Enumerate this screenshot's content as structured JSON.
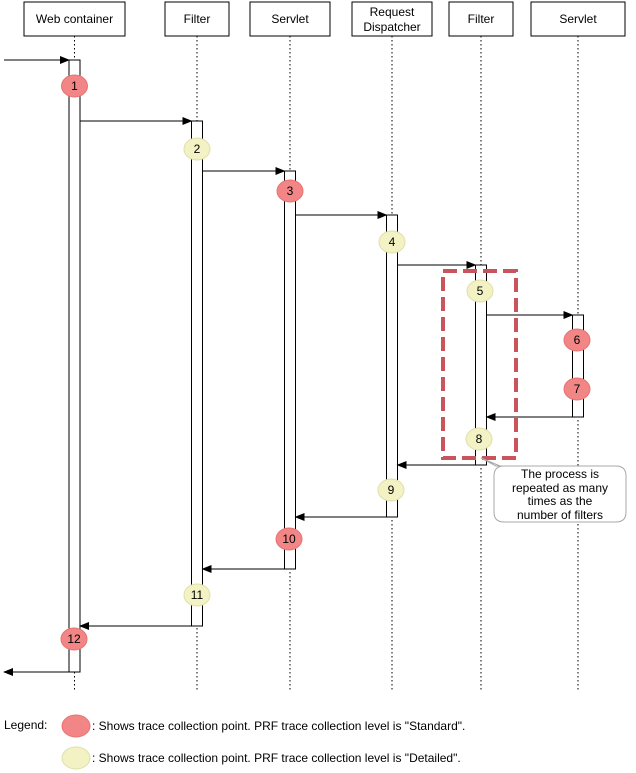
{
  "participants": [
    {
      "id": "web",
      "label": [
        "Web container"
      ]
    },
    {
      "id": "filter1",
      "label": [
        "Filter"
      ]
    },
    {
      "id": "servlet1",
      "label": [
        "Servlet"
      ]
    },
    {
      "id": "dispatcher",
      "label": [
        "Request",
        "Dispatcher"
      ]
    },
    {
      "id": "filter2",
      "label": [
        "Filter"
      ]
    },
    {
      "id": "servlet2",
      "label": [
        "Servlet"
      ]
    }
  ],
  "points": [
    {
      "n": "1",
      "level": "standard"
    },
    {
      "n": "2",
      "level": "detailed"
    },
    {
      "n": "3",
      "level": "standard"
    },
    {
      "n": "4",
      "level": "detailed"
    },
    {
      "n": "5",
      "level": "detailed"
    },
    {
      "n": "6",
      "level": "standard"
    },
    {
      "n": "7",
      "level": "standard"
    },
    {
      "n": "8",
      "level": "detailed"
    },
    {
      "n": "9",
      "level": "detailed"
    },
    {
      "n": "10",
      "level": "standard"
    },
    {
      "n": "11",
      "level": "detailed"
    },
    {
      "n": "12",
      "level": "standard"
    }
  ],
  "note": [
    "The process is",
    "repeated as many",
    "times as the",
    "number of filters"
  ],
  "legend": {
    "title": "Legend:",
    "standard": ": Shows trace collection point. PRF trace collection level is \"Standard\".",
    "detailed": ": Shows trace collection point. PRF trace collection level is \"Detailed\"."
  },
  "colors": {
    "standard": "#f28585",
    "detailed": "#f3f2c4",
    "repeat_box": "#c9545c"
  }
}
